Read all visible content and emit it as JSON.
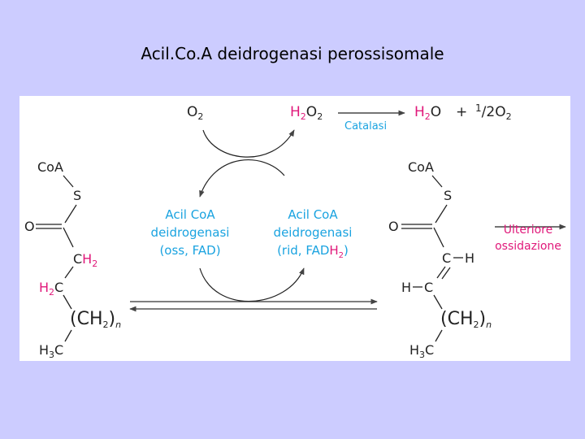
{
  "slide": {
    "title": "Acil.Co.A deidrogenasi perossisomale"
  },
  "colors": {
    "background": "#ccccff",
    "panel": "#ffffff",
    "enzyme_text": "#1aa3e0",
    "highlight": "#e0187a",
    "text": "#222222"
  },
  "diagram": {
    "top": {
      "o2": "O",
      "o2_sub": "2",
      "h2o2_h": "H",
      "h2o2_2a": "2",
      "h2o2_o": "O",
      "h2o2_2b": "2",
      "catalasi": "Catalasi",
      "product_h": "H",
      "product_2": "2",
      "product_o": "O",
      "plus": "+",
      "half_num": "1",
      "half_slash": "/",
      "half_den": "2",
      "o2b": "O",
      "o2b_sub": "2"
    },
    "enzyme_left": [
      "Acil CoA",
      "deidrogenasi",
      "(oss, FAD)"
    ],
    "enzyme_right_lines": [
      "Acil CoA",
      "deidrogenasi"
    ],
    "enzyme_right_last": {
      "prefix": "(rid, FAD",
      "h": "H",
      "sub": "2",
      "suffix": ")"
    },
    "substrate": {
      "coa": "CoA",
      "s": "S",
      "o": "O",
      "c": "C",
      "h": "H",
      "h_sub": "2",
      "h2c_h": "H",
      "h2c_sub": "2",
      "h2c_c": "C",
      "ch2n": "(CH",
      "ch2n_sub": "2",
      "ch2n_close": ")",
      "n": "n",
      "h3c": "H",
      "h3c_sub": "3",
      "h3c_c": "C"
    },
    "product": {
      "coa": "CoA",
      "s": "S",
      "o": "O",
      "ch_c": "C",
      "ch_h": "H",
      "hc_h": "H",
      "hc_c": "C",
      "ch2n": "(CH",
      "ch2n_sub": "2",
      "ch2n_close": ")",
      "n": "n",
      "h3c": "H",
      "h3c_sub": "3",
      "h3c_c": "C"
    },
    "further": [
      "Ulteriore",
      "ossidazione"
    ]
  }
}
